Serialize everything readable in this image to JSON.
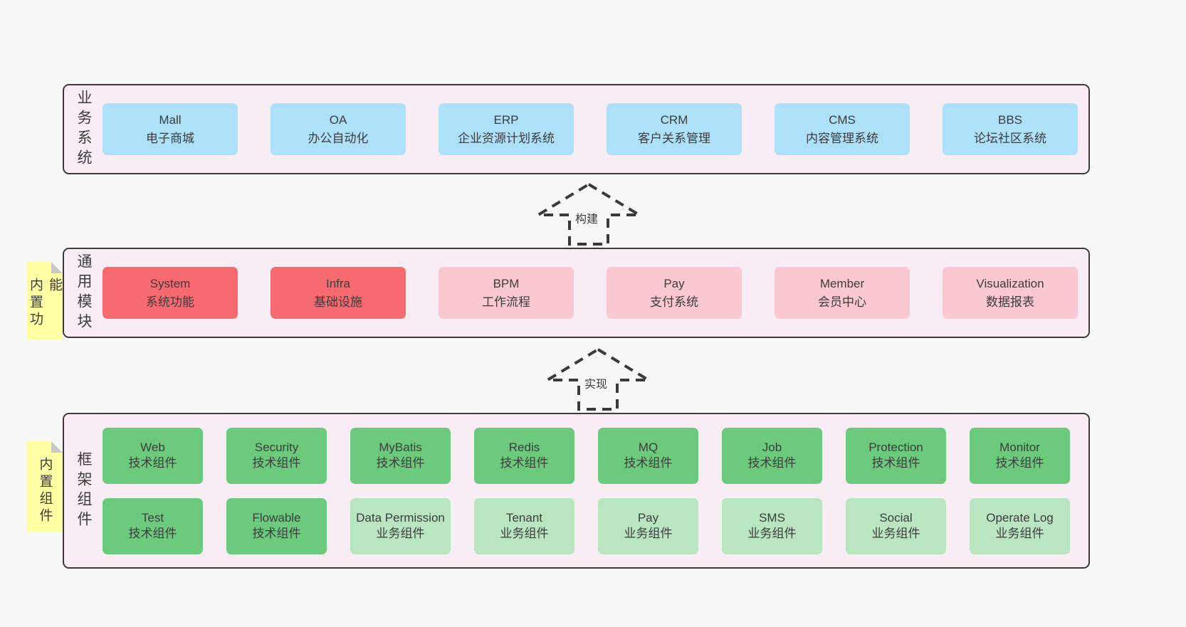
{
  "page": {
    "background": "#f8f8f8"
  },
  "colors": {
    "layer_bg": "#f8edf5",
    "layer_border": "#3a3a3a",
    "blue": "#ade0f9",
    "red": "#f76a70",
    "pink": "#fac8d0",
    "green": "#6cca7d",
    "light_green": "#b9e5c0",
    "sticky_yellow": "#ffffa3",
    "text": "#3c3c3c"
  },
  "stickies": [
    {
      "label": "内置功能"
    },
    {
      "label": "内置组件"
    }
  ],
  "arrows": [
    {
      "label": "构建"
    },
    {
      "label": "实现"
    }
  ],
  "layers": [
    {
      "label": "业务系统",
      "boxes": [
        {
          "title": "Mall",
          "subtitle": "电子商城"
        },
        {
          "title": "OA",
          "subtitle": "办公自动化"
        },
        {
          "title": "ERP",
          "subtitle": "企业资源计划系统"
        },
        {
          "title": "CRM",
          "subtitle": "客户关系管理"
        },
        {
          "title": "CMS",
          "subtitle": "内容管理系统"
        },
        {
          "title": "BBS",
          "subtitle": "论坛社区系统"
        }
      ]
    },
    {
      "label": "通用模块",
      "boxes": [
        {
          "title": "System",
          "subtitle": "系统功能"
        },
        {
          "title": "Infra",
          "subtitle": "基础设施"
        },
        {
          "title": "BPM",
          "subtitle": "工作流程"
        },
        {
          "title": "Pay",
          "subtitle": "支付系统"
        },
        {
          "title": "Member",
          "subtitle": "会员中心"
        },
        {
          "title": "Visualization",
          "subtitle": "数据报表"
        }
      ]
    },
    {
      "label": "框架组件",
      "boxes": [
        {
          "title": "Web",
          "subtitle": "技术组件"
        },
        {
          "title": "Security",
          "subtitle": "技术组件"
        },
        {
          "title": "MyBatis",
          "subtitle": "技术组件"
        },
        {
          "title": "Redis",
          "subtitle": "技术组件"
        },
        {
          "title": "MQ",
          "subtitle": "技术组件"
        },
        {
          "title": "Job",
          "subtitle": "技术组件"
        },
        {
          "title": "Protection",
          "subtitle": "技术组件"
        },
        {
          "title": "Monitor",
          "subtitle": "技术组件"
        },
        {
          "title": "Test",
          "subtitle": "技术组件"
        },
        {
          "title": "Flowable",
          "subtitle": "技术组件"
        },
        {
          "title": "Data Permission",
          "subtitle": "业务组件"
        },
        {
          "title": "Tenant",
          "subtitle": "业务组件"
        },
        {
          "title": "Pay",
          "subtitle": "业务组件"
        },
        {
          "title": "SMS",
          "subtitle": "业务组件"
        },
        {
          "title": "Social",
          "subtitle": "业务组件"
        },
        {
          "title": "Operate Log",
          "subtitle": "业务组件"
        }
      ]
    }
  ]
}
